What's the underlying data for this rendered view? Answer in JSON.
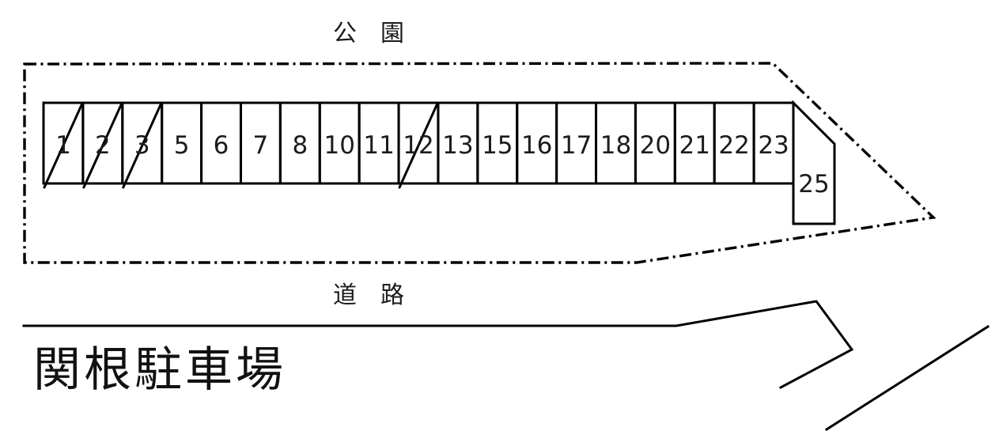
{
  "diagram": {
    "title": "関根駐車場",
    "labels": {
      "park": "公　園",
      "road": "道　路"
    },
    "parking": {
      "spaces": [
        {
          "number": "1",
          "slashed": true
        },
        {
          "number": "2",
          "slashed": true
        },
        {
          "number": "3",
          "slashed": true
        },
        {
          "number": "5",
          "slashed": false
        },
        {
          "number": "6",
          "slashed": false
        },
        {
          "number": "7",
          "slashed": false
        },
        {
          "number": "8",
          "slashed": false
        },
        {
          "number": "10",
          "slashed": false
        },
        {
          "number": "11",
          "slashed": false
        },
        {
          "number": "12",
          "slashed": true
        },
        {
          "number": "13",
          "slashed": false
        },
        {
          "number": "15",
          "slashed": false
        },
        {
          "number": "16",
          "slashed": false
        },
        {
          "number": "17",
          "slashed": false
        },
        {
          "number": "18",
          "slashed": false
        },
        {
          "number": "20",
          "slashed": false
        },
        {
          "number": "21",
          "slashed": false
        },
        {
          "number": "22",
          "slashed": false
        },
        {
          "number": "23",
          "slashed": false
        }
      ],
      "corner_space": {
        "number": "25",
        "slashed": false
      }
    },
    "colors": {
      "line": "#000000",
      "background": "#ffffff",
      "text": "#1c1c1c"
    }
  }
}
